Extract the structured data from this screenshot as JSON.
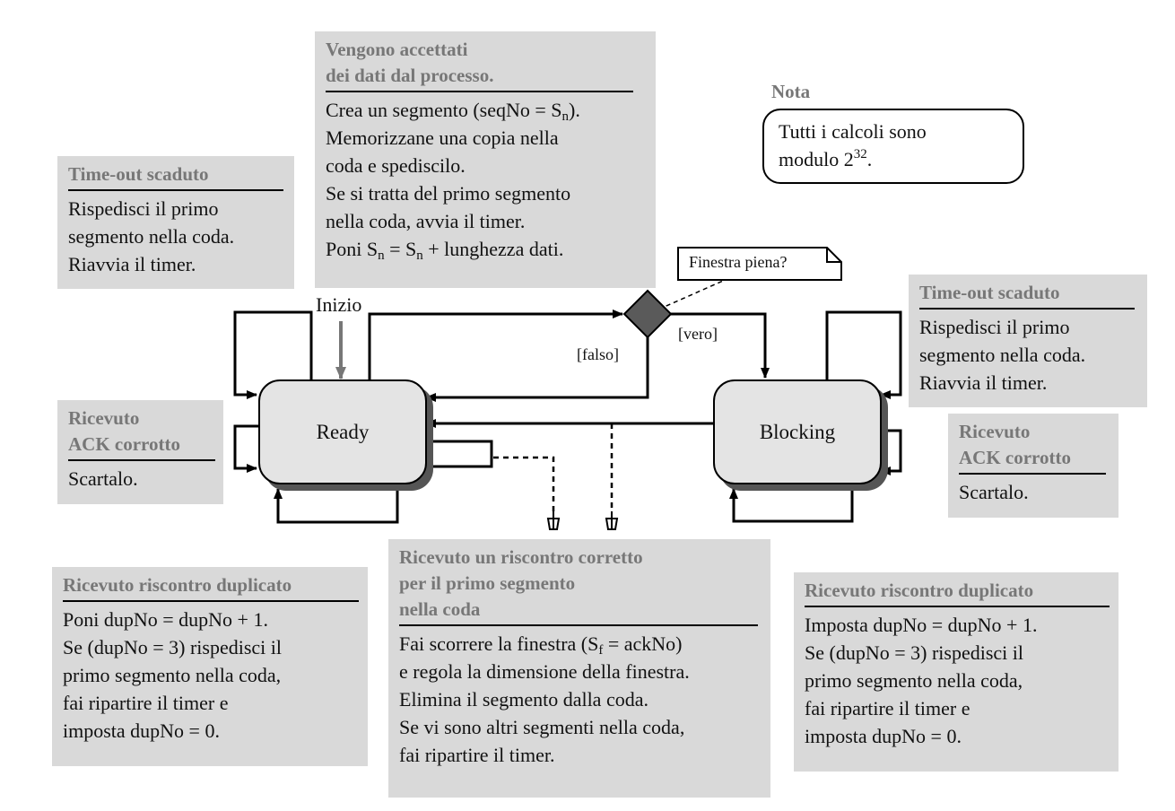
{
  "top_box": {
    "title_line1": "Vengono accettati",
    "title_line2": "dei dati dal processo.",
    "line1": "Crea un segmento (seqNo = S",
    "line1_sub": "n",
    "line1_end": ").",
    "line2": "Memorizzane una copia nella",
    "line3": "coda e spediscilo.",
    "line4": "Se si tratta del primo segmento",
    "line5": "nella coda, avvia il timer.",
    "line6_a": "Poni S",
    "line6_sub1": "n",
    "line6_b": " = S",
    "line6_sub2": "n",
    "line6_c": " + lunghezza dati."
  },
  "timeout_left": {
    "title": "Time-out scaduto",
    "lines": [
      "Rispedisci il primo",
      "segmento nella coda.",
      "Riavvia il timer."
    ]
  },
  "timeout_right": {
    "title": "Time-out scaduto",
    "lines": [
      "Rispedisci il primo",
      "segmento nella coda.",
      "Riavvia il timer."
    ]
  },
  "nota": {
    "title": "Nota",
    "line1": "Tutti i calcoli sono",
    "line2": "modulo 2",
    "line2_sup": "32",
    "line2_end": "."
  },
  "corrupt_left": {
    "title_line1": "Ricevuto",
    "title_line2": "ACK corrotto",
    "body": "Scartalo."
  },
  "corrupt_right": {
    "title_line1": "Ricevuto",
    "title_line2": "ACK corrotto",
    "body": "Scartalo."
  },
  "states": {
    "ready": "Ready",
    "blocking": "Blocking"
  },
  "labels": {
    "inizio": "Inizio",
    "finestra_piena": "Finestra piena?",
    "vero": "[vero]",
    "falso": "[falso]"
  },
  "dup_left": {
    "title": "Ricevuto riscontro duplicato",
    "lines": [
      "Poni dupNo = dupNo + 1.",
      "Se (dupNo = 3) rispedisci il",
      "primo segmento nella coda,",
      "fai ripartire il timer e",
      "imposta dupNo = 0."
    ]
  },
  "dup_right": {
    "title": "Ricevuto riscontro duplicato",
    "lines": [
      "Imposta dupNo = dupNo + 1.",
      "Se (dupNo = 3) rispedisci il",
      "primo segmento nella coda,",
      "fai ripartire il timer e",
      "imposta dupNo = 0."
    ]
  },
  "ack_box": {
    "title_line1": "Ricevuto un riscontro corretto",
    "title_line2": "per il primo segmento",
    "title_line3": "nella coda",
    "line1_a": "Fai scorrere la finestra (S",
    "line1_sub": "f",
    "line1_b": "  = ackNo)",
    "line2": "e regola la dimensione della finestra.",
    "line3": "Elimina il segmento dalla coda.",
    "line4": "Se vi sono altri segmenti nella coda,",
    "line5": "fai ripartire il timer."
  },
  "colors": {
    "box_fill": "#d9d9d9",
    "header_text": "#777777",
    "decision": "#5a5a5a",
    "state_fill": "#e4e4e4"
  }
}
